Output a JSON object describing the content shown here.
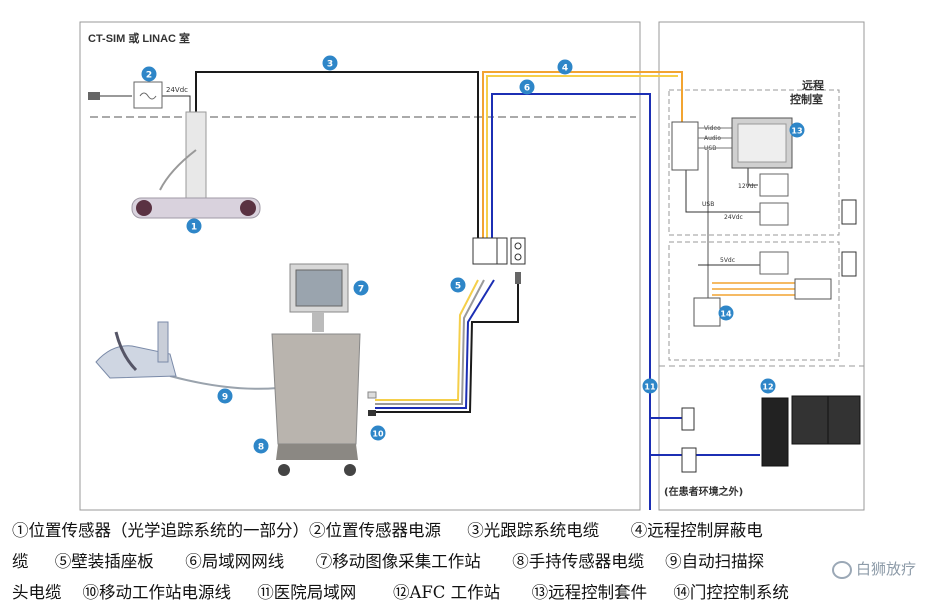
{
  "labels": {
    "room_title": "CT-SIM 或 LINAC 室",
    "remote_room_line1": "远程",
    "remote_room_line2": "控制室",
    "outside_patient_env": "(在患者环境之外)",
    "dc_24v_a": "24Vdc",
    "dc_24v_b": "24Vdc",
    "dc_12v": "12Vdc",
    "dc_5v": "5Vdc",
    "port_video": "Video",
    "port_audio": "Audio",
    "port_usb": "USB",
    "usb_line": "USB"
  },
  "callouts": [
    "2",
    "3",
    "4",
    "6",
    "1",
    "7",
    "5",
    "9",
    "8",
    "10",
    "11",
    "12",
    "13",
    "14"
  ],
  "caption": {
    "line1": [
      "①位置传感器（光学追踪系统的一部分）②位置传感器电源",
      "③光跟踪系统电缆",
      "④远程控制屏蔽电"
    ],
    "line2": [
      "缆",
      "⑤壁装插座板",
      "⑥局域网网线",
      "⑦移动图像采集工作站",
      "⑧手持传感器电缆",
      "⑨自动扫描探"
    ],
    "line3": [
      "头电缆",
      "⑩移动工作站电源线",
      "⑪医院局域网",
      "⑫AFC 工作站",
      "⑬远程控制套件",
      "⑭门控控制系统"
    ]
  },
  "watermark": "白狮放疗",
  "colors": {
    "callout": "#2e86c8",
    "cable_orange": "#f2a431",
    "cable_yellow": "#f5cf4a",
    "cable_blue": "#1c2fb4",
    "cable_black": "#1a1a1a",
    "border": "#888888"
  }
}
